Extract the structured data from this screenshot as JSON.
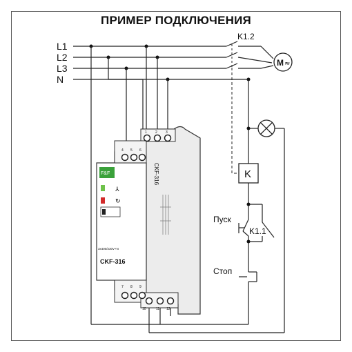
{
  "diagram": {
    "title": "ПРИМЕР ПОДКЛЮЧЕНИЯ",
    "lines": [
      "L1",
      "L2",
      "L3",
      "N"
    ],
    "contactor_label": "K1.2",
    "motor_label": "M",
    "coil_label": "K",
    "start_label": "Пуск",
    "hold_contact_label": "K1.1",
    "stop_label": "Стоп",
    "device": {
      "model": "CKF-316",
      "side_model": "CKF-316",
      "voltage": "3x400/230V+N",
      "top_terminals": [
        "1",
        "2",
        "3"
      ],
      "mid_terminals": [
        "4",
        "5",
        "6"
      ],
      "bottom_terminals_front": [
        "7",
        "8",
        "9"
      ],
      "bottom_terminals_rear": [
        "10",
        "11",
        "12"
      ],
      "brand": "F&F"
    }
  }
}
